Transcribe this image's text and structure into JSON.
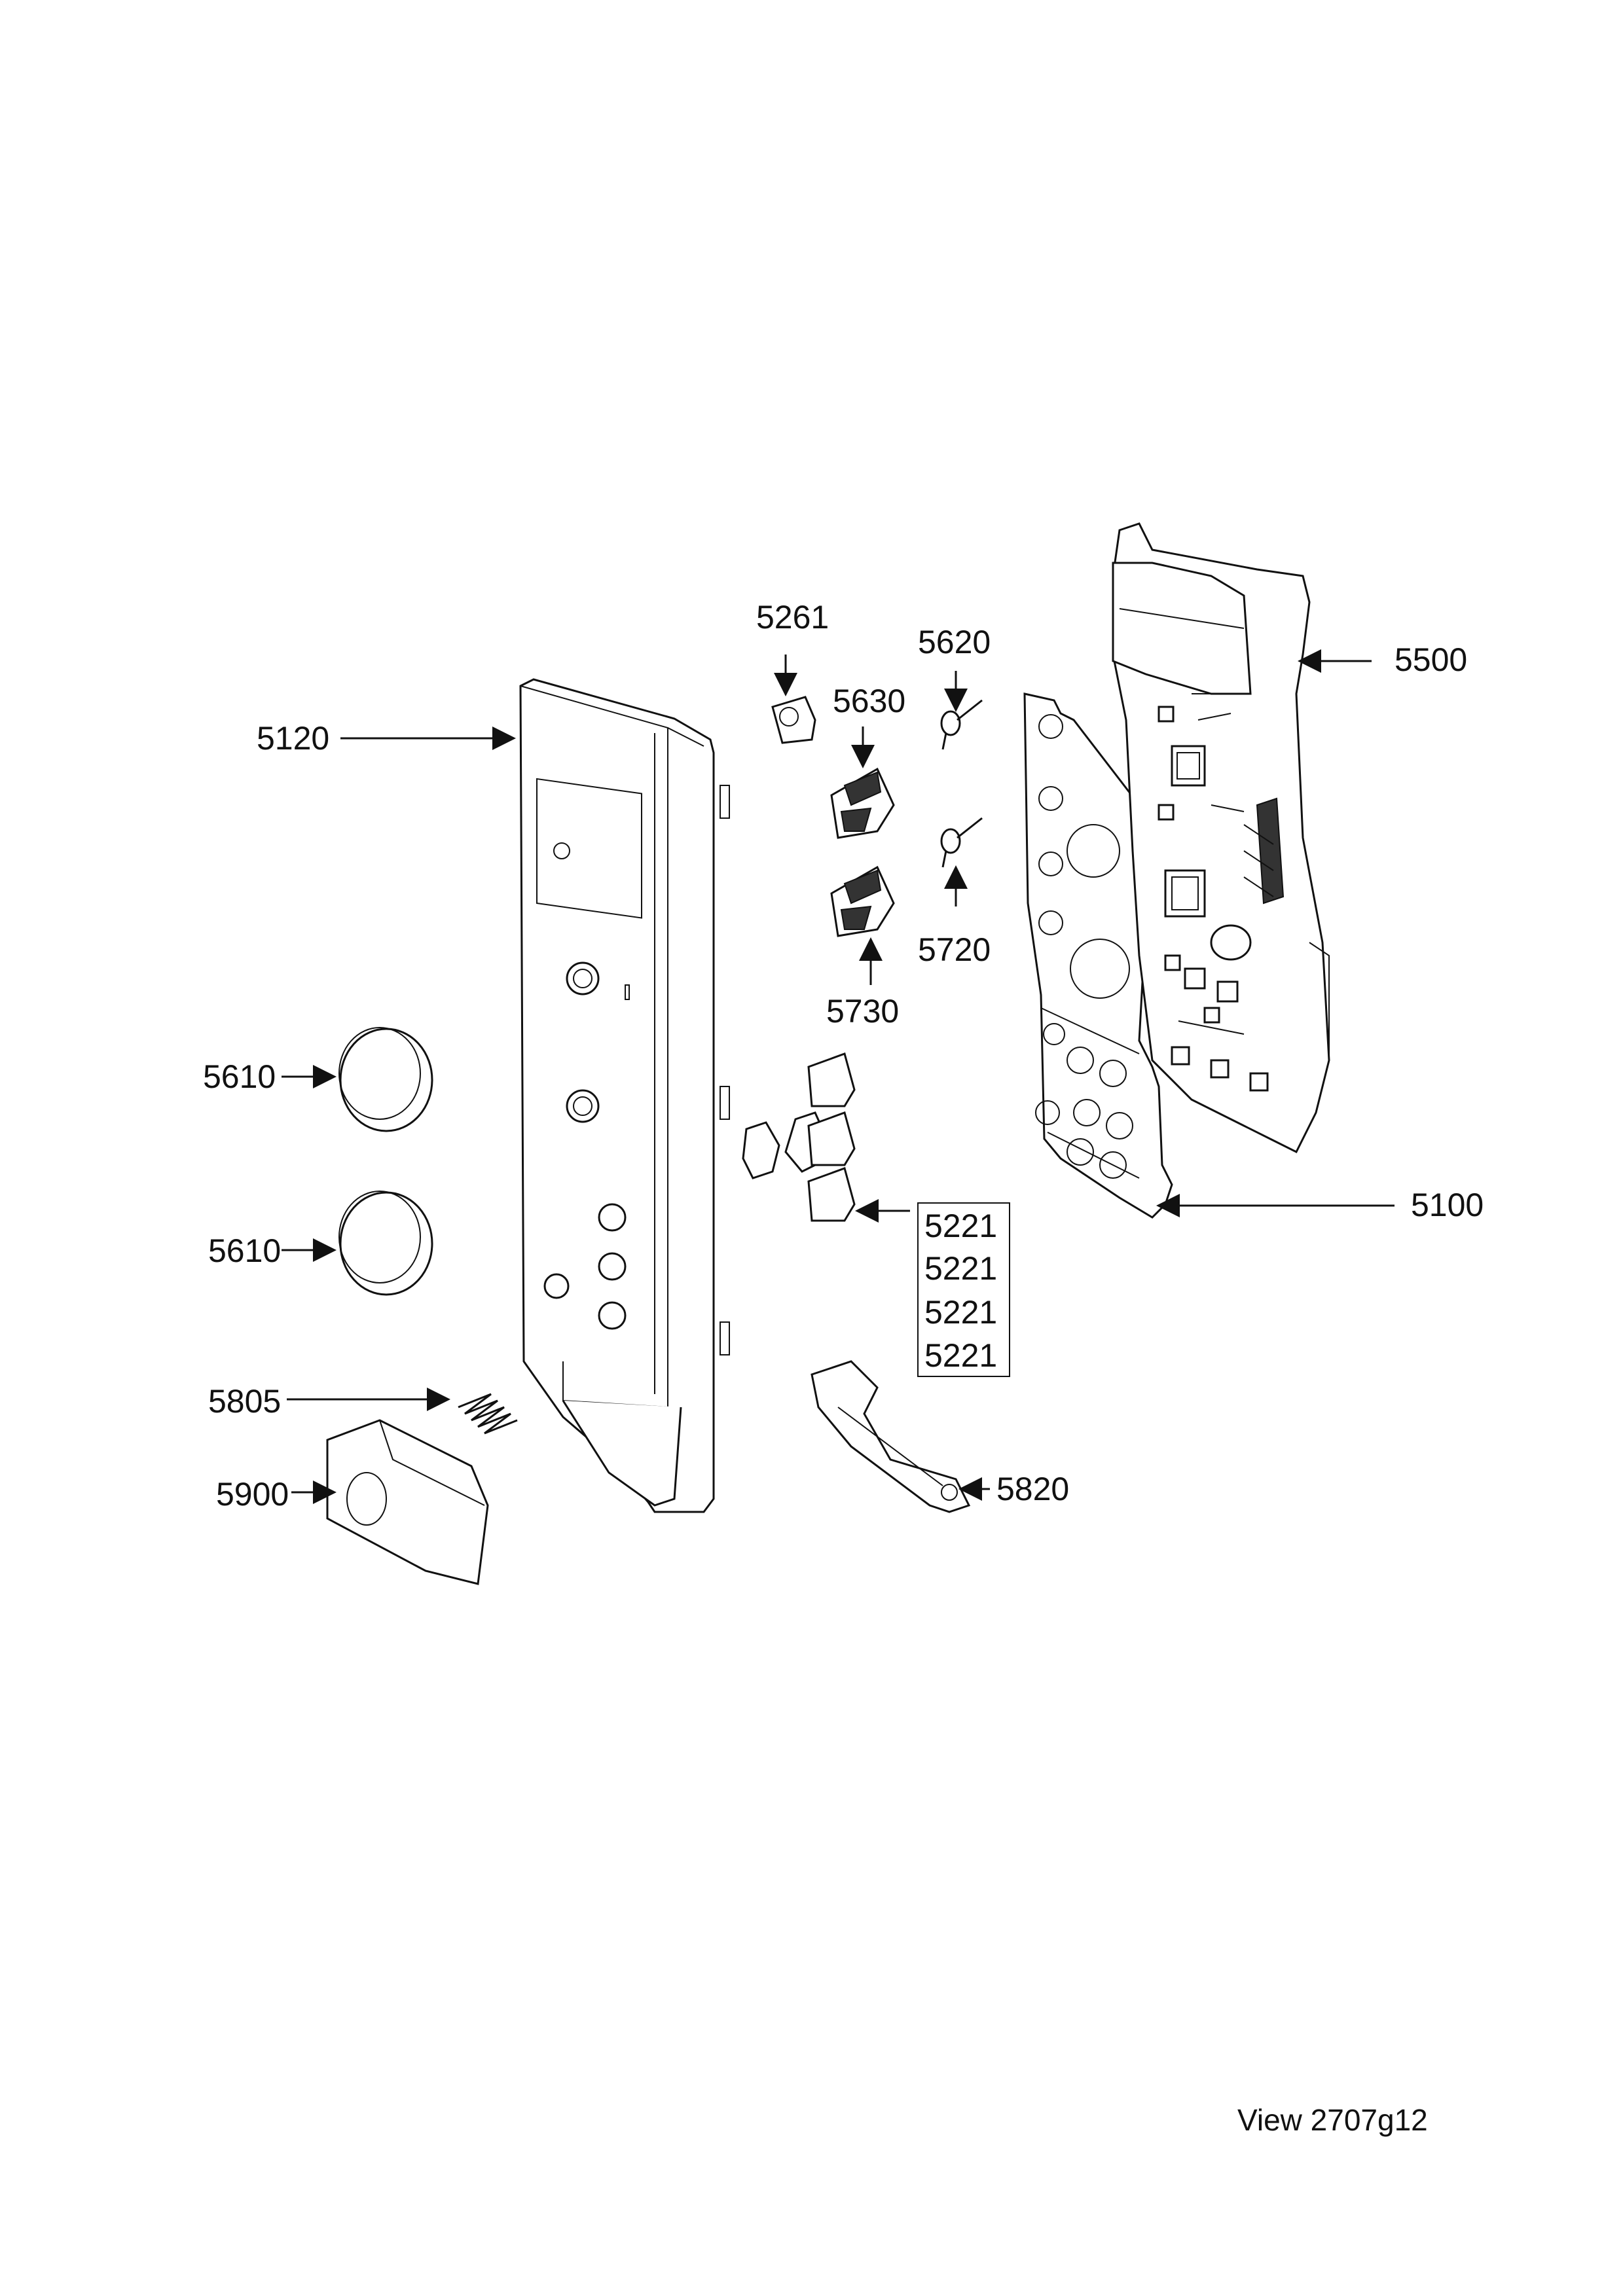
{
  "diagram": {
    "labels": {
      "p5261": "5261",
      "p5620": "5620",
      "p5630": "5630",
      "p5500": "5500",
      "p5120": "5120",
      "p5720": "5720",
      "p5730": "5730",
      "p5610a": "5610",
      "p5610b": "5610",
      "p5100": "5100",
      "p5221a": "5221",
      "p5221b": "5221",
      "p5221c": "5221",
      "p5221d": "5221",
      "p5805": "5805",
      "p5900": "5900",
      "p5820": "5820"
    },
    "view_label": "View 2707g12"
  }
}
